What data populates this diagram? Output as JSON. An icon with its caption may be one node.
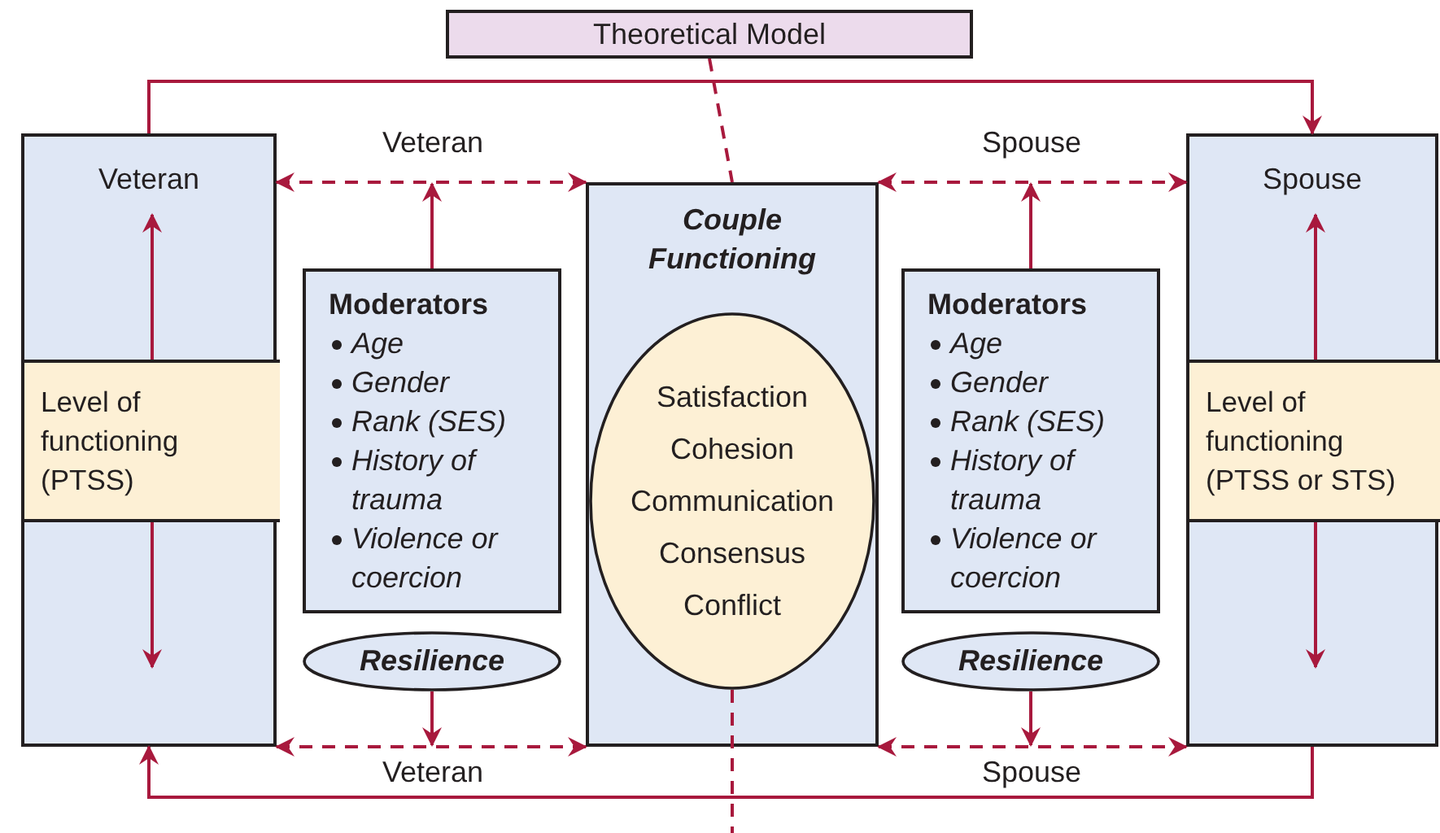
{
  "diagram": {
    "nodes": [
      {
        "text": [
          "Theoretical Model"
        ]
      },
      {
        "text": [
          "Veteran"
        ]
      },
      {
        "text": [
          "Level of functioning (PTSS)"
        ],
        "in": 1
      },
      {
        "text": [
          "Couple Functioning"
        ]
      },
      {
        "text": [
          "Satisfaction",
          "Cohesion",
          "Communication",
          "Consensus",
          "Conflict"
        ],
        "in": 3
      },
      {
        "text": [
          "Moderators",
          "Age",
          "Gender",
          "Rank (SES)",
          "History of trauma",
          "Violence or coercion"
        ]
      },
      {
        "text": [
          "Resilience"
        ]
      },
      {
        "text": [
          "Moderators",
          "Age",
          "Gender",
          "Rank (SES)",
          "History of trauma",
          "Violence or coercion"
        ]
      },
      {
        "text": [
          "Resilience"
        ]
      },
      {
        "text": [
          "Spouse"
        ]
      },
      {
        "text": [
          "Level of functioning (PTSS or STS)"
        ],
        "in": 9
      }
    ],
    "edges": [
      {
        "from": 1,
        "to": 9,
        "arrow": "to"
      },
      {
        "from": 9,
        "to": 1,
        "arrow": "to"
      },
      {
        "from": 1,
        "to": 3,
        "arrow": "both",
        "style": "dashed",
        "label": "Veteran"
      },
      {
        "from": 3,
        "to": 9,
        "arrow": "both",
        "style": "dashed",
        "label": "Spouse"
      },
      {
        "from": 1,
        "to": 3,
        "arrow": "both",
        "style": "dashed",
        "label": "Veteran"
      },
      {
        "from": 3,
        "to": 9,
        "arrow": "both",
        "style": "dashed",
        "label": "Spouse"
      },
      {
        "from": 5,
        "to": null,
        "arrow": "to"
      },
      {
        "from": 6,
        "to": null,
        "arrow": "to"
      },
      {
        "from": 7,
        "to": null,
        "arrow": "to"
      },
      {
        "from": 8,
        "to": null,
        "arrow": "to"
      },
      {
        "from": 2,
        "to": null,
        "arrow": "to"
      },
      {
        "from": 2,
        "to": null,
        "arrow": "to"
      },
      {
        "from": 10,
        "to": null,
        "arrow": "to"
      },
      {
        "from": 10,
        "to": null,
        "arrow": "to"
      },
      {
        "from": 0,
        "to": 3,
        "arrow": "none",
        "style": "dashed"
      },
      {
        "from": 4,
        "to": null,
        "arrow": "none",
        "style": "dashed"
      }
    ]
  }
}
